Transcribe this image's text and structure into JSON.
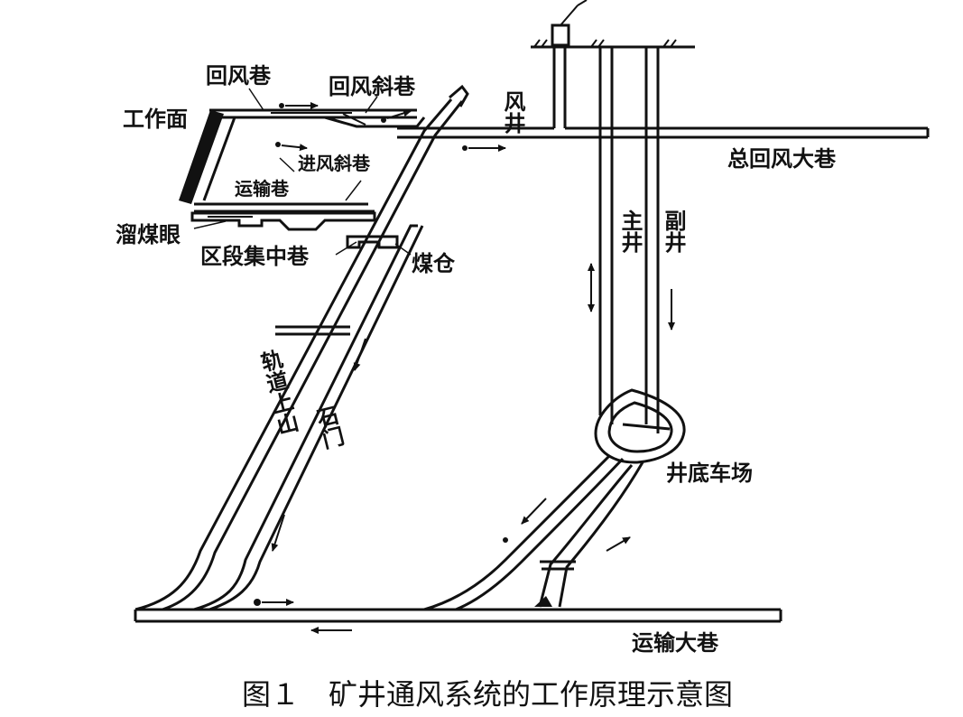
{
  "labels": {
    "return_air_roadway": "回风巷",
    "return_air_inclined": "回风斜巷",
    "working_face": "工作面",
    "intake_inclined": "进风斜巷",
    "haulage_roadway": "运输巷",
    "coal_chute": "溜煤眼",
    "district_main_roadway": "区段集中巷",
    "coal_bunker": "煤仓",
    "rail_uphill": "轨道上山",
    "crosscut": "石门",
    "ventilation_shaft": "风井",
    "main_return_airway": "总回风大巷",
    "main_shaft": "主井",
    "auxiliary_shaft": "副井",
    "shaft_bottom": "井底车场",
    "main_haulage_roadway": "运输大巷"
  },
  "caption": "图１　矿井通风系统的工作原理示意图"
}
